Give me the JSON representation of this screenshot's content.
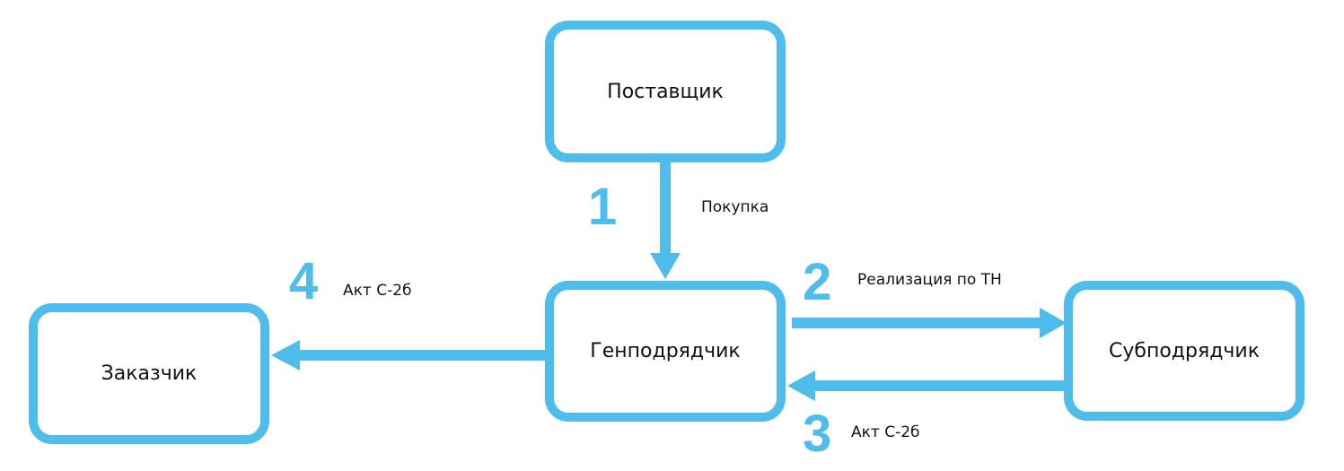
{
  "nodes": {
    "supplier": "Поставщик",
    "general_contractor": "Генподрядчик",
    "customer": "Заказчик",
    "subcontractor": "Субподрядчик"
  },
  "edges": [
    {
      "step": "1",
      "label": "Покупка",
      "from": "supplier",
      "to": "general_contractor"
    },
    {
      "step": "2",
      "label": "Реализация по ТН",
      "from": "general_contractor",
      "to": "subcontractor"
    },
    {
      "step": "3",
      "label": "Акт С-2б",
      "from": "subcontractor",
      "to": "general_contractor"
    },
    {
      "step": "4",
      "label": "Акт С-2б",
      "from": "general_contractor",
      "to": "customer"
    }
  ],
  "colors": {
    "accent": "#4fbdeb",
    "text": "#111111"
  }
}
